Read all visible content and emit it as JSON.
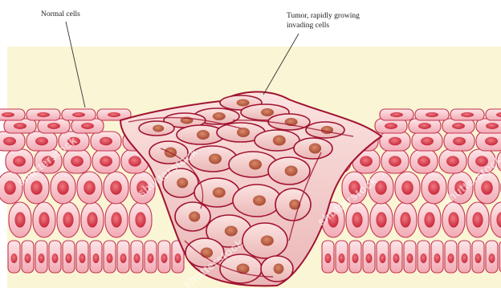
{
  "labels": {
    "normal_cells": "Normal cells",
    "tumor_line1": "Tumor, rapidly growing",
    "tumor_line2": "invading cells"
  },
  "watermark": "shutterstock",
  "colors": {
    "background_band": "#faf5d4",
    "cell_fill": "#f7c9cf",
    "cell_outline": "#c2334f",
    "nucleus": "#d9434f",
    "tumor_fill": "#f4d0cf",
    "tumor_outline": "#a0122f",
    "tumor_nucleus": "#c0634b"
  }
}
